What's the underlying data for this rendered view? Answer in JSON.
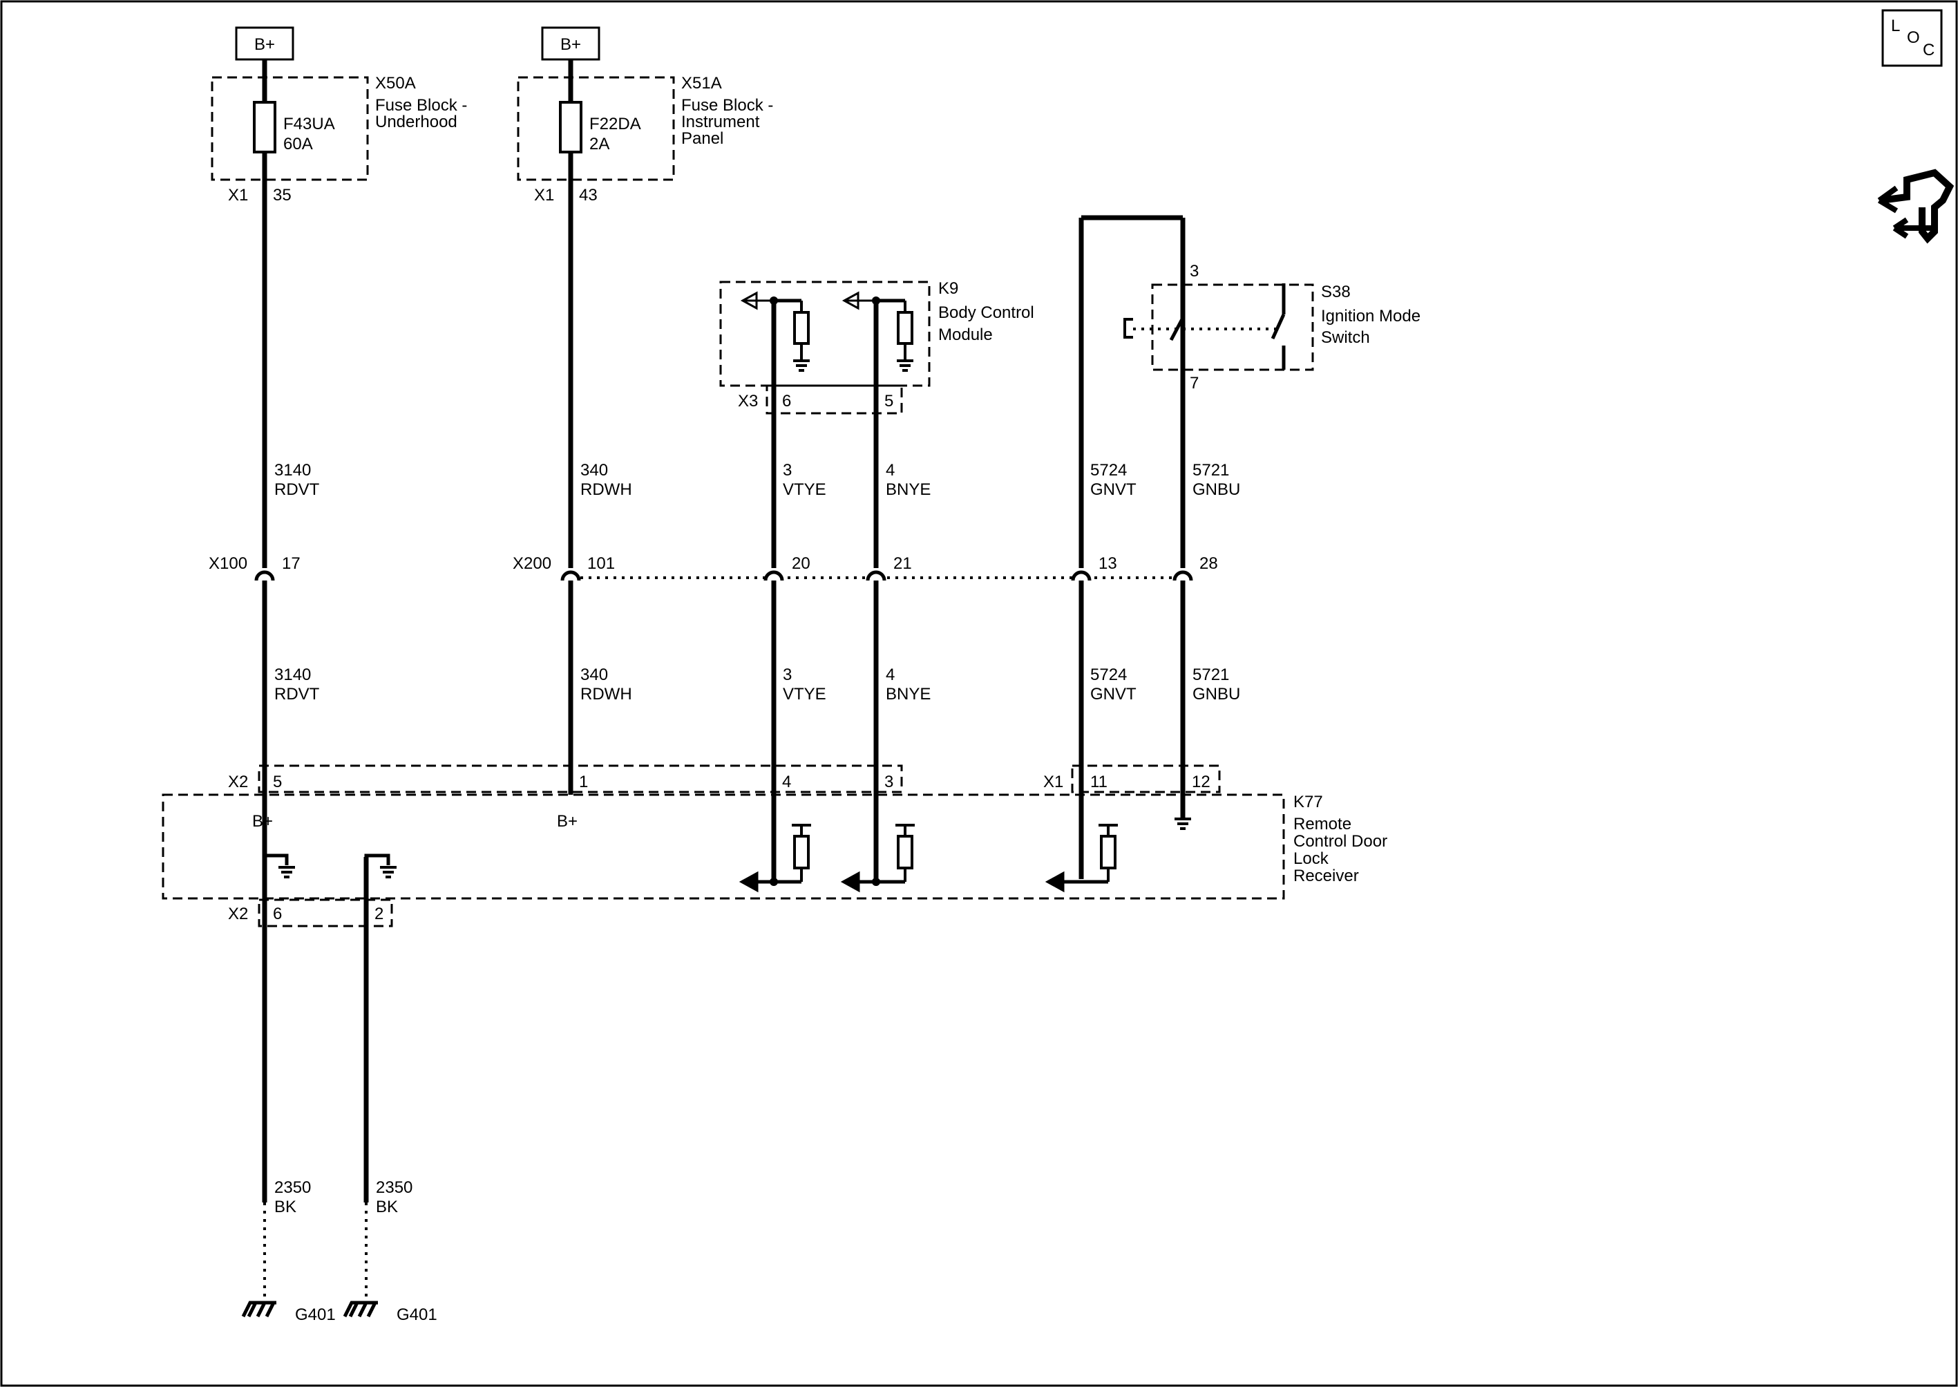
{
  "corner_badge": {
    "l": "L",
    "o": "O",
    "c": "C"
  },
  "power": {
    "left": "B+",
    "right": "B+"
  },
  "fuse_blocks": [
    {
      "ref": "X50A",
      "name_1": "Fuse Block -",
      "name_2": "Underhood",
      "fuse": "F43UA",
      "rating": "60A",
      "connector": "X1",
      "pin": "35"
    },
    {
      "ref": "X51A",
      "name_1": "Fuse Block -",
      "name_2": "Instrument",
      "name_3": "Panel",
      "fuse": "F22DA",
      "rating": "2A",
      "connector": "X1",
      "pin": "43"
    }
  ],
  "bcm": {
    "ref": "K9",
    "name_1": "Body Control",
    "name_2": "Module",
    "connector": "X3",
    "pin_a": "6",
    "pin_b": "5"
  },
  "switch": {
    "ref": "S38",
    "name_1": "Ignition Mode",
    "name_2": "Switch",
    "pin_top": "3",
    "pin_bottom": "7"
  },
  "wires_upper": [
    {
      "num": "3140",
      "color": "RDVT"
    },
    {
      "num": "340",
      "color": "RDWH"
    },
    {
      "num": "3",
      "color": "VTYE"
    },
    {
      "num": "4",
      "color": "BNYE"
    },
    {
      "num": "5724",
      "color": "GNVT"
    },
    {
      "num": "5721",
      "color": "GNBU"
    }
  ],
  "wires_lower": [
    {
      "num": "3140",
      "color": "RDVT"
    },
    {
      "num": "340",
      "color": "RDWH"
    },
    {
      "num": "3",
      "color": "VTYE"
    },
    {
      "num": "4",
      "color": "BNYE"
    },
    {
      "num": "5724",
      "color": "GNVT"
    },
    {
      "num": "5721",
      "color": "GNBU"
    }
  ],
  "inline_connectors": {
    "x100": {
      "name": "X100",
      "pin": "17"
    },
    "x200": {
      "name": "X200",
      "pins": [
        "101",
        "20",
        "21",
        "13",
        "28"
      ]
    }
  },
  "receiver": {
    "ref": "K77",
    "name_1": "Remote",
    "name_2": "Control Door",
    "name_3": "Lock",
    "name_4": "Receiver",
    "x2_label": "X2",
    "x2_pins": [
      "5",
      "1",
      "4",
      "3"
    ],
    "x1_label": "X1",
    "x1_pins": [
      "11",
      "12"
    ],
    "bplus_1": "B+",
    "bplus_2": "B+",
    "x2_bottom_label": "X2",
    "x2_bottom_pins": [
      "6",
      "2"
    ]
  },
  "ground_wires": [
    {
      "num": "2350",
      "color": "BK",
      "ground": "G401"
    },
    {
      "num": "2350",
      "color": "BK",
      "ground": "G401"
    }
  ],
  "colors": {
    "line": "#000000",
    "background": "#ffffff"
  },
  "icons": [
    "power-source-icon",
    "fuse-icon",
    "resistor-icon",
    "ground-icon",
    "switch-icon",
    "arrow-icon",
    "locator-icon"
  ]
}
